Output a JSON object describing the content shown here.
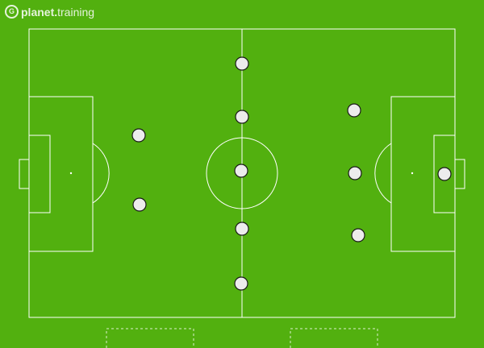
{
  "brand": {
    "mark": "G",
    "name_bold": "planet.",
    "name_rest": "training"
  },
  "colors": {
    "grass": "#52b00f",
    "lines": "#ffffff",
    "player_fill": "#ececec",
    "player_stroke": "#1a1a1a"
  },
  "pitch": {
    "view": "full-pitch-top-down",
    "markings": [
      "halfway-line",
      "centre-circle",
      "penalty-areas",
      "goal-areas",
      "penalty-arcs",
      "goals",
      "dashed-subs-zones"
    ]
  },
  "players": [
    {
      "id": "p1",
      "role": "centre-column"
    },
    {
      "id": "p2",
      "role": "centre-column"
    },
    {
      "id": "p3",
      "role": "centre-column"
    },
    {
      "id": "p4",
      "role": "centre-column"
    },
    {
      "id": "p5",
      "role": "centre-column"
    },
    {
      "id": "p6",
      "role": "left-half"
    },
    {
      "id": "p7",
      "role": "left-half"
    },
    {
      "id": "p8",
      "role": "right-half"
    },
    {
      "id": "p9",
      "role": "right-half"
    },
    {
      "id": "p10",
      "role": "right-half"
    },
    {
      "id": "p11",
      "role": "goal-line"
    }
  ]
}
